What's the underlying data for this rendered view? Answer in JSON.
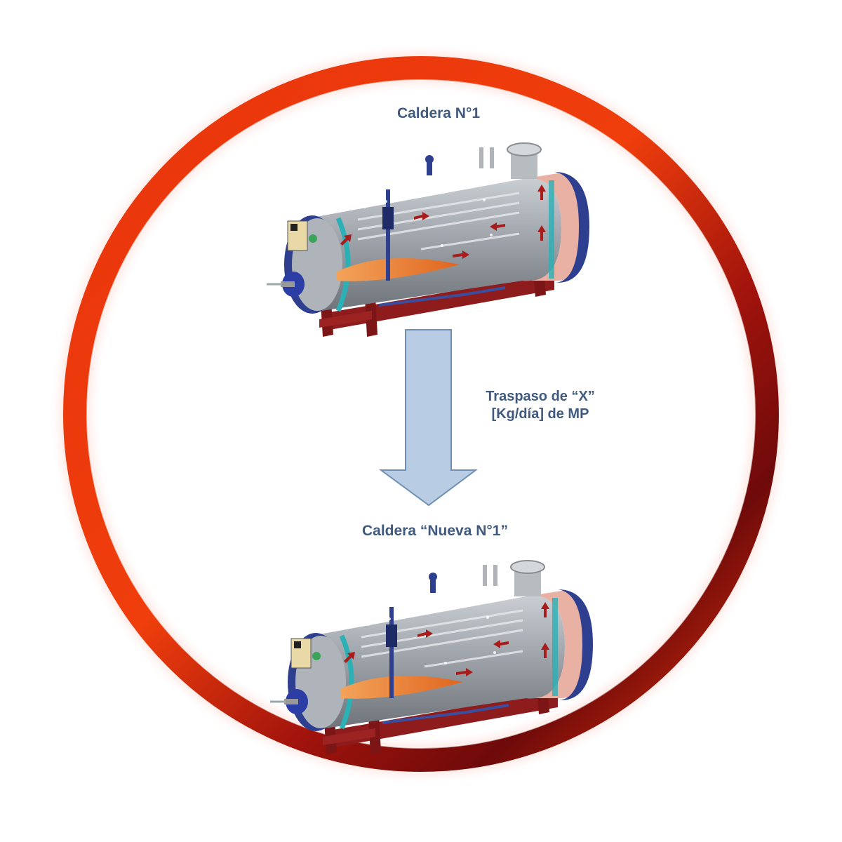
{
  "boiler_top": {
    "label": "Caldera N°1"
  },
  "boiler_bottom": {
    "label": "Caldera “Nueva N°1”"
  },
  "transfer": {
    "line1": "Traspaso de “X”",
    "line2": "[Kg/día] de MP"
  },
  "colors": {
    "ring": "#e8340b",
    "ring_dark": "#8a0f0b",
    "label": "#3f5a7e",
    "arrow_fill": "#b8cce4",
    "arrow_stroke": "#6f8fb3",
    "shell": "#9aa0a6",
    "endcap": "#2e3f8f",
    "frame": "#8f1c1c",
    "flame": "#e87a2a",
    "flow_arrow": "#a81c1c",
    "panel": "#e8d9a6"
  }
}
